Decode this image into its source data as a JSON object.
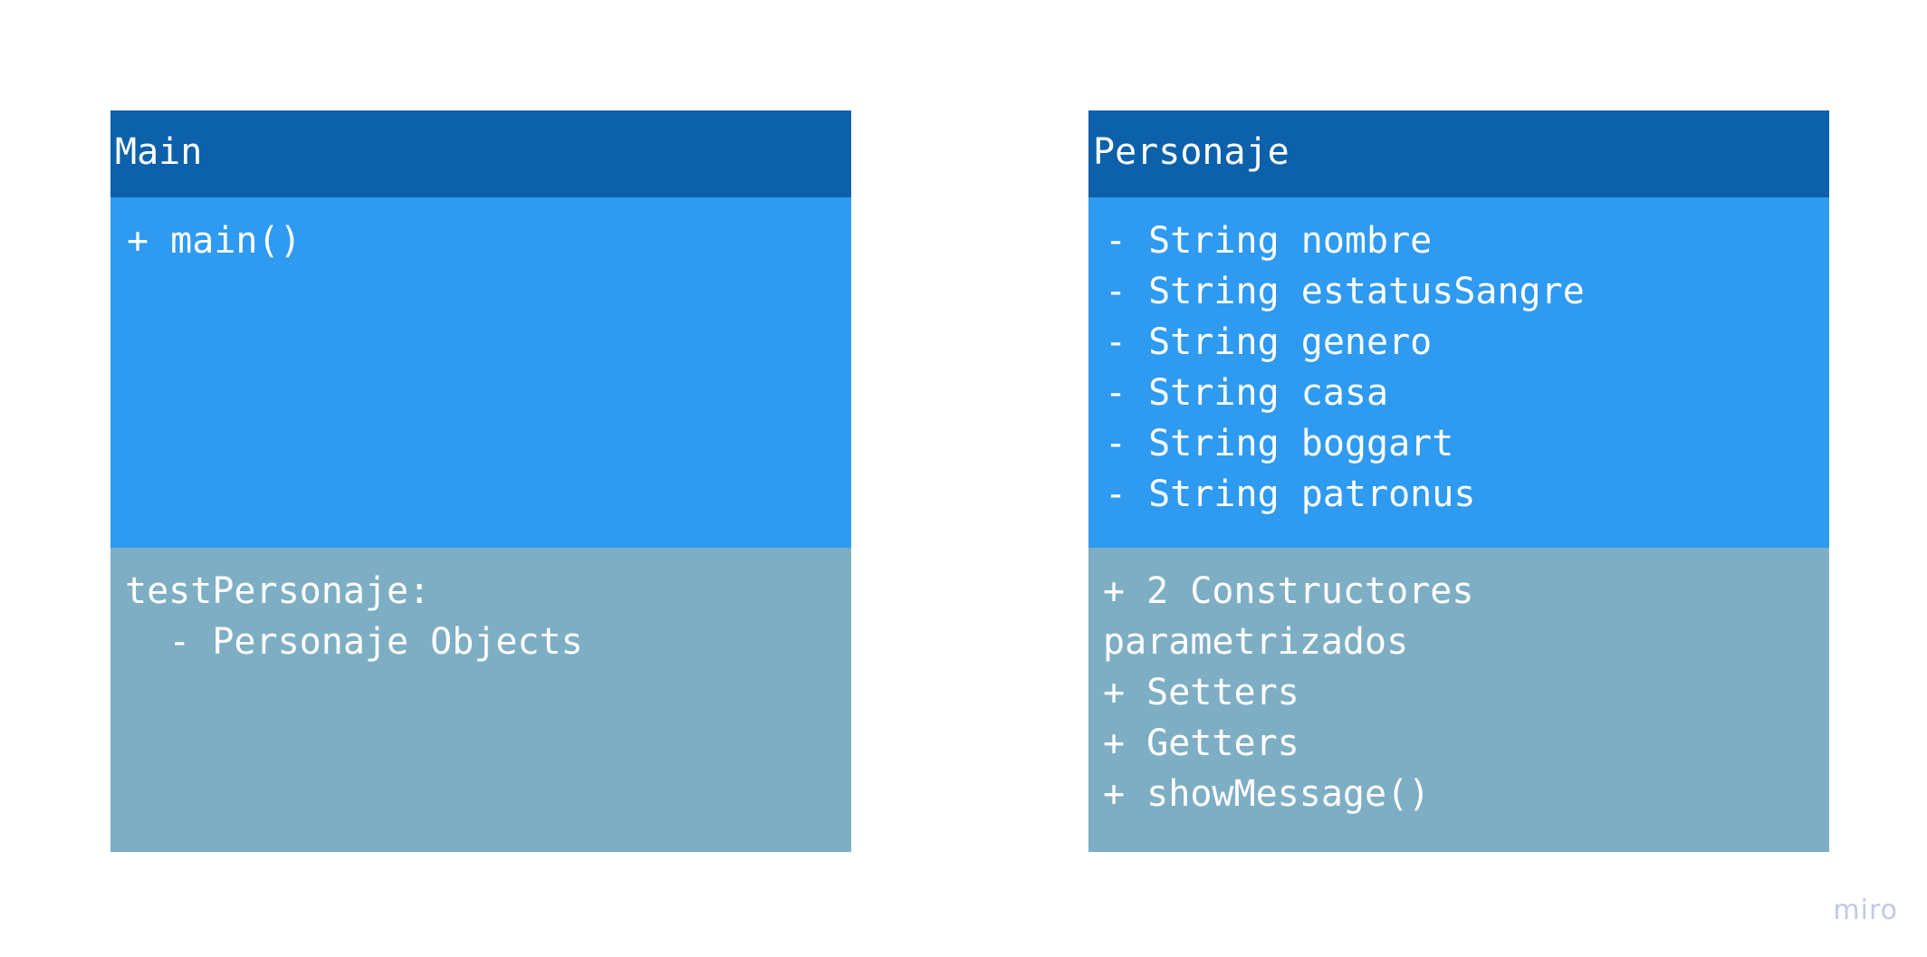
{
  "colors": {
    "header": "#0c61aa",
    "attributes": "#2e9af0",
    "methods": "#7eaec4",
    "watermark": "#c3c8e6"
  },
  "classes": {
    "main": {
      "name": "Main",
      "attributes": [
        "+ main()"
      ],
      "methods": [
        "testPersonaje:",
        "  - Personaje Objects"
      ]
    },
    "personaje": {
      "name": "Personaje",
      "attributes": [
        "- String nombre",
        "- String estatusSangre",
        "- String genero",
        "- String casa",
        "- String boggart",
        "- String patronus"
      ],
      "methods": [
        "+ 2 Constructores",
        "parametrizados",
        "+ Setters",
        "+ Getters",
        "+ showMessage()"
      ]
    }
  },
  "watermark": "miro"
}
